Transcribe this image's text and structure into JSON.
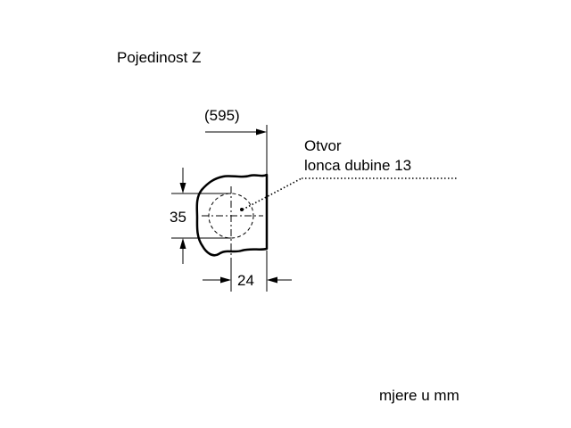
{
  "title": "Pojedinost Z",
  "dimensions": {
    "width_ref": "(595)",
    "height": "35",
    "depth": "24"
  },
  "callout": {
    "line1": "Otvor",
    "line2": "lonca dubine 13"
  },
  "units_note": "mjere u mm"
}
